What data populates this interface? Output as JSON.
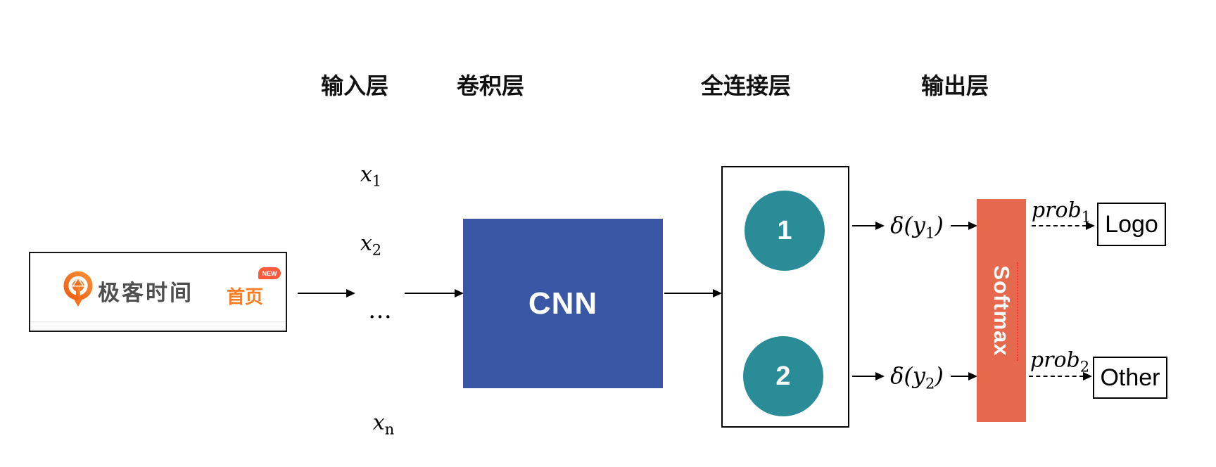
{
  "headers": {
    "input_layer": "输入层",
    "conv_layer": "卷积层",
    "fc_layer": "全连接层",
    "output_layer": "输出层"
  },
  "logo_card": {
    "brand": "极客时间",
    "nav_home": "首页",
    "badge": "NEW"
  },
  "input_labels": {
    "x1": {
      "base": "x",
      "sub": "1"
    },
    "x2": {
      "base": "x",
      "sub": "2"
    },
    "dots": "…",
    "xn": {
      "base": "x",
      "sub": "n"
    }
  },
  "cnn": {
    "label": "CNN"
  },
  "fc": {
    "neuron1": "1",
    "neuron2": "2"
  },
  "activations": {
    "d1": {
      "prefix": "δ(y",
      "sub": "1",
      "suffix": ")"
    },
    "d2": {
      "prefix": "δ(y",
      "sub": "2",
      "suffix": ")"
    }
  },
  "softmax": {
    "label": "Softmax"
  },
  "probs": {
    "p1": {
      "base": "prob",
      "sub": "1"
    },
    "p2": {
      "base": "prob",
      "sub": "2"
    }
  },
  "outputs": {
    "logo": "Logo",
    "other": "Other"
  },
  "colors": {
    "cnn_blue": "#3A57A5",
    "neuron_teal": "#2A8C96",
    "softmax_coral": "#E6694E",
    "softmax_dotted_red": "#EF3A2B",
    "accent_orange": "#FF7B1F",
    "badge_orange": "#FF5A3C"
  }
}
